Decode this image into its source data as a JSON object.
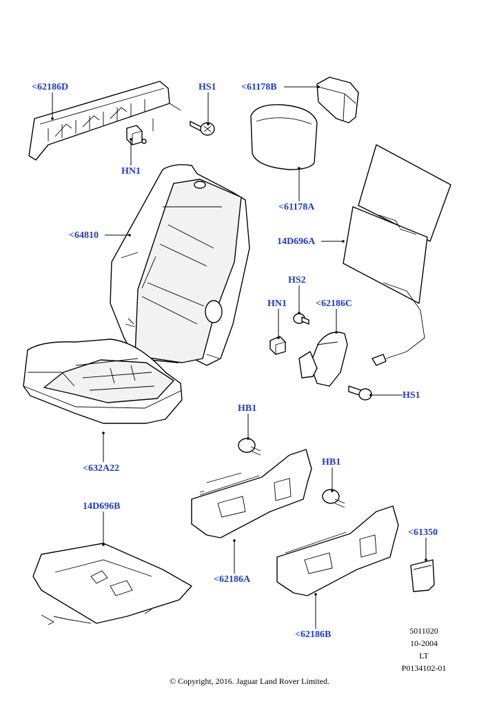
{
  "callouts": {
    "c62186D": "<62186D",
    "hs1_top": "HS1",
    "c61178B": "<61178B",
    "hn1_top": "HN1",
    "c61178A": "<61178A",
    "c64810": "<64810",
    "c14D696A": "14D696A",
    "hs2": "HS2",
    "hn1_mid": "HN1",
    "c62186C": "<62186C",
    "hs1_mid": "HS1",
    "c632A22": "<632A22",
    "hb1_left": "HB1",
    "hb1_right": "HB1",
    "c14D696B": "14D696B",
    "c61350": "<61350",
    "c62186A": "<62186A",
    "c62186B": "<62186B"
  },
  "meta": {
    "code": "5011020",
    "date": "10-2004",
    "region": "LT",
    "ref": "P0134102-01"
  },
  "copyright": "© Copyright, 2016. Jaguar Land Rover Limited.",
  "colors": {
    "callout": "#1a3ad6",
    "line": "#000000",
    "background": "#ffffff"
  }
}
